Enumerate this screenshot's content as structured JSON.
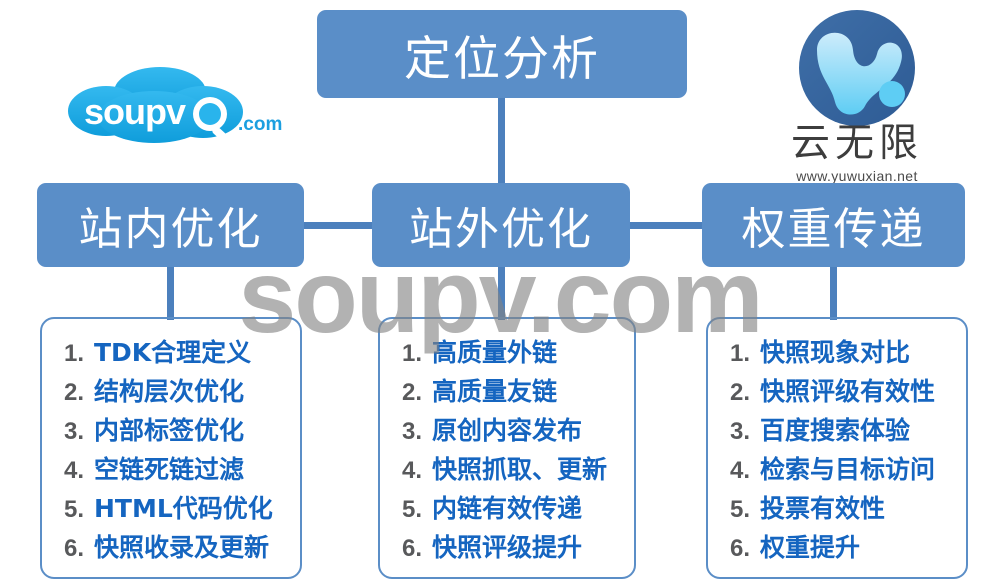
{
  "logos": {
    "left": {
      "name": "soupv-logo",
      "wordmark": "soupv",
      "tld": ".com",
      "icon": "cloud-magnifier-icon"
    },
    "right": {
      "name": "yuwuxian-logo",
      "brand": "云无限",
      "url": "www.yuwuxian.net",
      "icon": "circle-y-mark-icon"
    }
  },
  "watermark": "soupv.com",
  "nodes": {
    "root": "定位分析",
    "branches": [
      {
        "title": "站内优化"
      },
      {
        "title": "站外优化"
      },
      {
        "title": "权重传递"
      }
    ]
  },
  "lists": [
    {
      "owner": "站内优化",
      "items": [
        {
          "num": "1.",
          "text": "TDK合理定义"
        },
        {
          "num": "2.",
          "text": "结构层次优化"
        },
        {
          "num": "3.",
          "text": "内部标签优化"
        },
        {
          "num": "4.",
          "text": "空链死链过滤"
        },
        {
          "num": "5.",
          "text": "HTML代码优化"
        },
        {
          "num": "6.",
          "text": "快照收录及更新"
        }
      ]
    },
    {
      "owner": "站外优化",
      "items": [
        {
          "num": "1.",
          "text": "高质量外链"
        },
        {
          "num": "2.",
          "text": "高质量友链"
        },
        {
          "num": "3.",
          "text": "原创内容发布"
        },
        {
          "num": "4.",
          "text": "快照抓取、更新"
        },
        {
          "num": "5.",
          "text": "内链有效传递"
        },
        {
          "num": "6.",
          "text": "快照评级提升"
        }
      ]
    },
    {
      "owner": "权重传递",
      "items": [
        {
          "num": "1.",
          "text": "快照现象对比"
        },
        {
          "num": "2.",
          "text": "快照评级有效性"
        },
        {
          "num": "3.",
          "text": "百度搜索体验"
        },
        {
          "num": "4.",
          "text": "检索与目标访问"
        },
        {
          "num": "5.",
          "text": "投票有效性"
        },
        {
          "num": "6.",
          "text": "权重提升"
        }
      ]
    }
  ],
  "colors": {
    "box_fill": "#5a8ec8",
    "line": "#4c80bd",
    "card_border": "#5b8ec7",
    "list_text": "#1565c0",
    "list_number": "#58595b",
    "watermark": "#828282"
  }
}
